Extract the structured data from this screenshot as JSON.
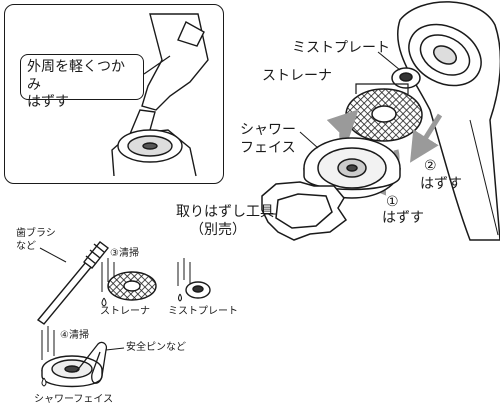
{
  "inset": {
    "instruction_line1": "外周を軽くつかみ",
    "instruction_line2": "はずす"
  },
  "labels": {
    "mist_plate": "ミストプレート",
    "strainer": "ストレーナ",
    "shower_face_line1": "シャワー",
    "shower_face_line2": "フェイス",
    "step2_mark": "②",
    "step2_text": "はずす",
    "step1_mark": "①",
    "step1_text": "はずす",
    "tool_line1": "取りはずし工具",
    "tool_line2": "（別売）"
  },
  "cleaning": {
    "toothbrush_line1": "歯ブラシ",
    "toothbrush_line2": "など",
    "step3": "③清掃",
    "strainer_caption": "ストレーナ",
    "mist_plate_caption": "ミストプレート",
    "step4": "④清掃",
    "safety_pin": "安全ピンなど",
    "shower_face_caption": "シャワーフェイス"
  },
  "colors": {
    "line": "#1a1a1a",
    "arrow_gray": "#9a9a9a",
    "screen": "#3a3a3a"
  }
}
